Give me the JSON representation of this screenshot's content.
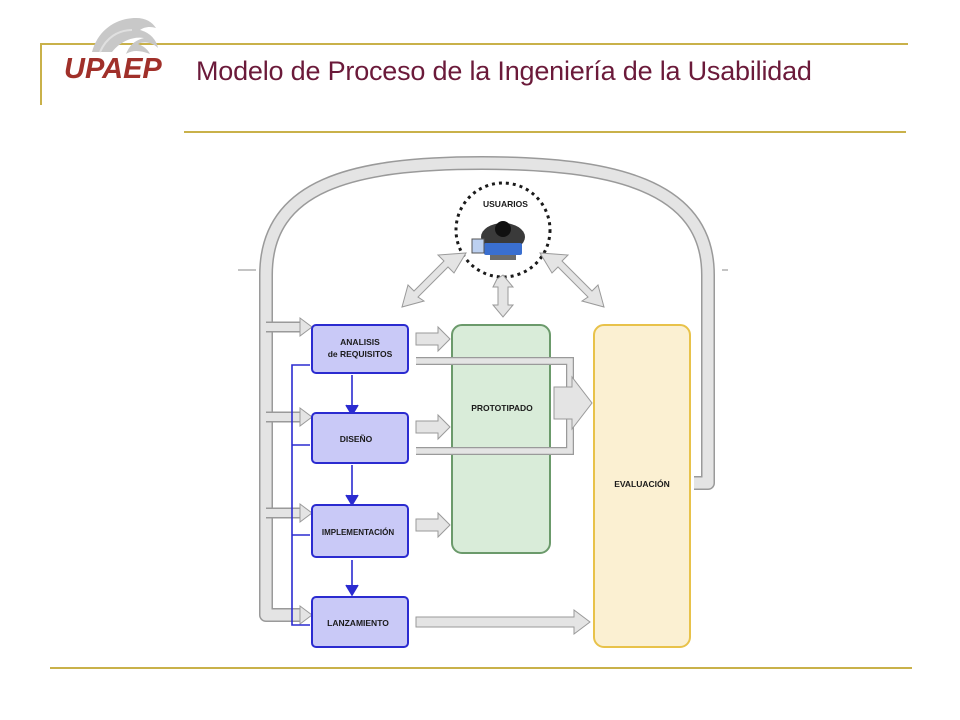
{
  "header": {
    "logo_text": "UPAEP",
    "title": "Modelo de Proceso de la Ingeniería de la Usabilidad"
  },
  "diagram": {
    "users_label": "USUARIOS",
    "stages": [
      {
        "line1": "ANALISIS",
        "line2": "de REQUISITOS"
      },
      {
        "line1": "DISEÑO"
      },
      {
        "line1": "IMPLEMENTACIÓN"
      },
      {
        "line1": "LANZAMIENTO"
      }
    ],
    "prototype_label": "PROTOTIPADO",
    "evaluation_label": "EVALUACIÓN"
  },
  "colors": {
    "brand": "#6b1a3a",
    "rule": "#c9b14a",
    "stage_fill": "#c9c9f7",
    "stage_stroke": "#2b2bd0",
    "prototype_fill": "#d9ecd9",
    "prototype_stroke": "#6b9a6b",
    "evaluation_fill": "#fbf0d2",
    "evaluation_stroke": "#e8c24a"
  },
  "icons": [
    "eagle-logo-icon",
    "user-at-computer-icon"
  ]
}
